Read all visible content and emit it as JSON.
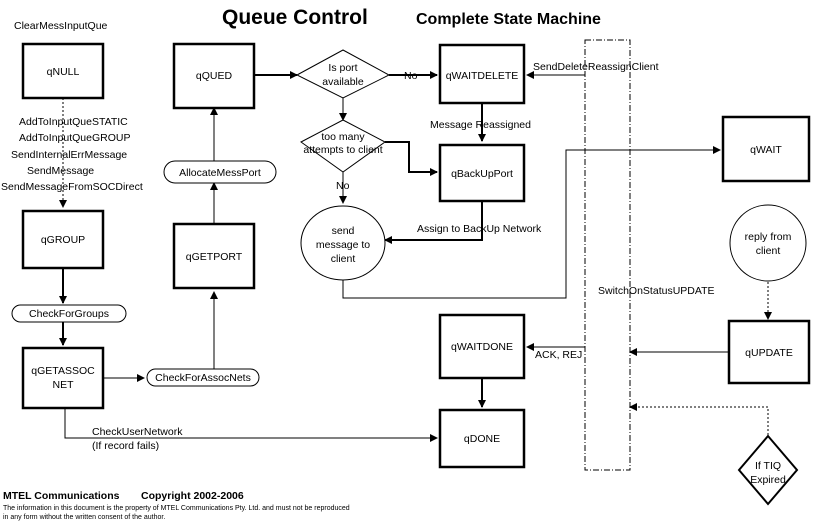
{
  "header": {
    "title": "Queue Control",
    "subtitle": "Complete State Machine"
  },
  "states": {
    "qnull": "qNULL",
    "qgroup": "qGROUP",
    "qgetassoc_line1": "qGETASSOC",
    "qgetassoc_line2": "NET",
    "qqued": "qQUED",
    "qgetport": "qGETPORT",
    "qwaitdelete": "qWAITDELETE",
    "qbackupport": "qBackUpPort",
    "qwait": "qWAIT",
    "qwaitdone": "qWAITDONE",
    "qupdate": "qUPDATE",
    "qdone": "qDONE"
  },
  "procedures": {
    "check_for_groups": "CheckForGroups",
    "check_for_assoc_nets": "CheckForAssocNets",
    "allocate_mess_port": "AllocateMessPort"
  },
  "decisions": {
    "port_available_line1": "Is port",
    "port_available_line2": "available",
    "too_many_line1": "too many",
    "too_many_line2": "attempts to client"
  },
  "circles": {
    "send_line1": "send",
    "send_line2": "message to",
    "send_line3": "client",
    "reply_line1": "reply from",
    "reply_line2": "client",
    "tiq_line1": "If TIQ",
    "tiq_line2": "Expired"
  },
  "labels": {
    "clear_mess_input_que": "ClearMessInputQue",
    "add_static": "AddToInputQueSTATIC",
    "add_group": "AddToInputQueGROUP",
    "send_internal_err": "SendInternalErrMessage",
    "send_message": "SendMessage",
    "send_from_soc": "SendMessageFromSOCDirect",
    "no_1": "No",
    "no_2": "No",
    "send_delete_reassign": "SendDeleteReassignClient",
    "message_reassigned": "Message Reassigned",
    "assign_backup": "Assign to BackUp Network",
    "switch_on_status": "SwitchOnStatusUPDATE",
    "ack_rej": "ACK, REJ",
    "check_user_network": "CheckUserNetwork",
    "if_record_fails": "(If record fails)"
  },
  "footer": {
    "company": "MTEL Communications",
    "copyright": "Copyright 2002-2006",
    "notice_line1": "The information in this document is the property of MTEL Communications Pty. Ltd. and must not be reproduced",
    "notice_line2": "in any form without the written consent of the author."
  }
}
